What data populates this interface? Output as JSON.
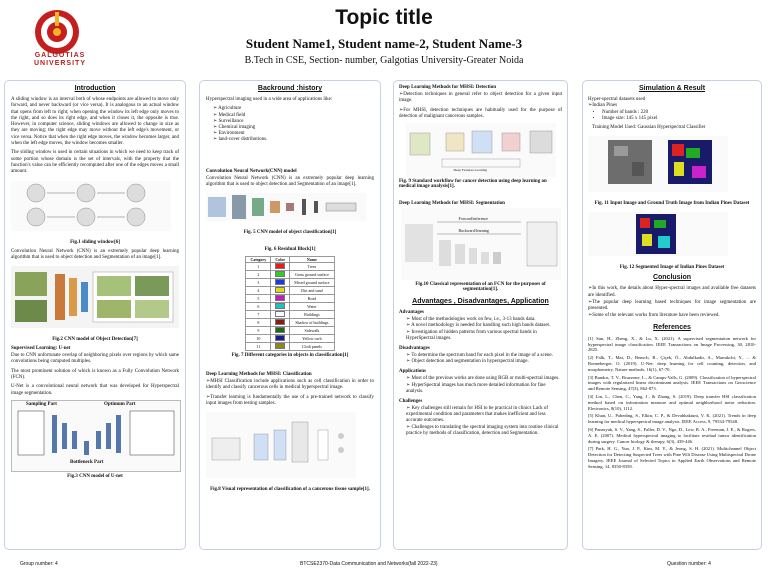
{
  "header": {
    "logo_text": "GALGOTIAS\nUNIVERSITY",
    "title": "Topic title",
    "names": "Student  Name1, Student name-2, Student Name-3",
    "affiliation": "B.Tech  in CSE, Section- number, Galgotias University-Greater  Noida"
  },
  "col1": {
    "heading": "Introduction",
    "p1": "A sliding window is an interval both of whose endpoints are allowed to move only forward, and never backward (or vice versa). It is analogous to an actual window that opens from left to right; when opening the window its left edge only moves to the right, and so does its right edge, and when it closes it, the opposite is true. However, in computer science, sliding windows are allowed to change in size as they are moving; the right edge may move without the left edge's movement, or vice versa. Notice that when the right edge moves, the window becomes larger, and when the left edge moves, the window becomes smaller.",
    "p2": "The sliding window is used in certain situations in which we need to keep track of some portion whose domain is the set of intervals, with the property that the function's value can be efficiently recomputed after one of the edges moves a small amount.",
    "fig1_caption": "Fig.1 sliding window[6]",
    "p3": "Convolution Neural Network (CNN) is an extremely popular deep learning algorithm that is used to object detection and Segmentation of an image[1].",
    "fig2_caption": "Fig.2 CNN model of Object Detection[7]",
    "sub1": "Supervised Learning: U-net",
    "p4": "Due to CNN unfortunate overlap of neighboring pixels over regions by which same convolutions being computed multiples.",
    "p5": "The most prominent solution of which is known as a Fully Convolution Network (FCN).",
    "p6": "U-Net is a convolutional neural network that was developed for Hyperspectral image segmentation.",
    "unet_top_left": "Sampling Part",
    "unet_top_right": "Optimum Part",
    "unet_bottom": "Bottleneck Part",
    "fig3_caption": "Fig.3 CNN model of U-net"
  },
  "col2": {
    "heading": "Backround :history",
    "intro": "Hyperspectral imaging used in a wide area of applications like:",
    "apps": [
      "Agriculture",
      "Medical field",
      "Surveillance",
      "Chemical imaging",
      "Environment",
      "land-cover distributions."
    ],
    "sub1": "Convolution Neural Network(CNN) model",
    "p1": "Convolution Neural Network (CNN) is an extremely popular deep learning algorithm that is used to object detection and Segmentation of an image[1].",
    "fig5_caption": "Fig. 5 CNN model of object classification[1]",
    "fig6_caption": "Fig. 6  Residual Block[1]",
    "table_headers": [
      "Category",
      "Color",
      "Name"
    ],
    "table_rows": [
      {
        "cat": "1",
        "color": "#e81c1c",
        "name": "Trees"
      },
      {
        "cat": "2",
        "color": "#2ad12a",
        "name": "Grass ground surface"
      },
      {
        "cat": "3",
        "color": "#1a3cd6",
        "name": "Mixed ground surface"
      },
      {
        "cat": "4",
        "color": "#e0d91a",
        "name": "Dirt and sand"
      },
      {
        "cat": "5",
        "color": "#c21bc2",
        "name": "Road"
      },
      {
        "cat": "6",
        "color": "#1bc2c2",
        "name": "Water"
      },
      {
        "cat": "7",
        "color": "#ffffff",
        "name": "Buildings"
      },
      {
        "cat": "8",
        "color": "#8a1b1b",
        "name": "Shadow of buildings"
      },
      {
        "cat": "9",
        "color": "#1b6b1b",
        "name": "Sidewalk"
      },
      {
        "cat": "10",
        "color": "#1b1b8a",
        "name": "Yellow curb"
      },
      {
        "cat": "11",
        "color": "#8a8a1b",
        "name": "Cloth panels"
      }
    ],
    "fig7_caption": "Fig. 7  Different categories in objects in classification[1]",
    "sub2": "Deep Learning Methods for MHSI: Classification",
    "b1": "MHSI Classification include applications such as cell classification in order to identify and classify cancerous cells in medical hyperspectral image.",
    "b2": "Transfer learning is fundamentally the use of a pre-trained network to classify input images from testing samples.",
    "fig8_caption": "Fig.8 Visual representation of classification of a cancerous tissue sample[1]."
  },
  "col3": {
    "sub1": "Deep Learning Methods for MHSI: Detection",
    "b1": "Detection techniques in general refer to object detection for a given input image.",
    "b2": "For MHSI, detection techniques are habitually used for the purpose of detection of malignant cancerous samples.",
    "fig9_label": "Deep Features Learning",
    "fig9_caption": "Fig. 9 Standard workflow for cancer detection using deep learning on medical image analysis[1].",
    "sub2": "Deep Learning Methods for MHSI: Segmentation",
    "forward": "Forward/inference",
    "backward": "Backward/learning",
    "fig10_caption": "Fig.10 Classical representation of an FCN for the purposes of segmentation[1].",
    "heading": "Advantages , Disadvantages, Application",
    "adv_title": "Advantages",
    "adv": [
      "Most of the methodologies work on few, i.e., 3-13 bands data.",
      "A novel methodology is needed for handling such high bands dataset.",
      "Investigation of hidden patterns from various spectral bands in HyperSpectral images."
    ],
    "dis_title": "Disadvantages",
    "dis": [
      "To determine the spectrum band for each pixel in the image of a scene.",
      "Object detection and segmentation in hyperspectral image."
    ],
    "app_title": "Applications",
    "app": [
      "Most of the previous works are done using RGB or multi-spectral images.",
      "HyperSpectral images has much more detailed information for fine analysis."
    ],
    "ch_title": "Challenges",
    "ch": [
      "Key challenges still remain for HSI to be practical in clinics Lack of experimental condition and parameters that makes inefficient and less accurate outcomes.",
      "Challenges to translating the spectral imaging system into routine clinical practice by methods of classification, detection and Segmentation."
    ]
  },
  "col4": {
    "heading": "Simulation & Result",
    "line1": "Hyper-spectral datasets used",
    "line2": "Indian Pines",
    "items": [
      "Number of bands : 220",
      "Image size: 145 x 145 pixel"
    ],
    "line3": "Training Model Used: Gaussian Hyperspectral Classifier",
    "fig11_caption": "Fig. 11  Input Image and Ground Truth Image from Indian Pines Dataset",
    "fig12_caption": "Fig. 12  Segmented Image of Indian Pines Dataset",
    "conc_heading": "Conclusion",
    "conc": [
      "In this work, the details about Hyper-spectral images and available free datasets are identified.",
      "The popular deep learning based techniques for image segmentation are presented.",
      "Some of the relevant works from literature have been reviewed."
    ],
    "ref_heading": "References",
    "refs": [
      "[1] Sun, H., Zheng, X., & Lu, X. (2021). A supervised segmentation network for hyperspectral image classification. IEEE Transactions on Image Processing, 30, 2810-2825.",
      "[2] Falk, T., Mai, D., Bensch, R., Çiçek, Ö., Abdulkadir, A., Marrakchi, Y., ... & Ronneberger, O. (2019). U-Net: deep learning for cell counting, detection, and morphometry. Nature methods, 16(1), 67-70.",
      "[3] Bandos, T. V., Bruzzone, L., & Camps-Valls, G. (2009). Classification of hyperspectral images with regularized linear discriminant analysis. IEEE Transactions on Geoscience and Remote Sensing, 47(3), 862-873.",
      "[4] Lin, L., Chen, C., Yang, J., & Zhang, S. (2019). Deep transfer HSI classification method based on information measure and optimal neighborhood noise reduction. Electronics, 8(10), 1112.",
      "[5] Khan, U., Paheding, S., Elkin, C. P., & Devabhaktuni, V. K. (2021). Trends in deep learning for medical hyperspectral image analysis. IEEE Access, 9, 79534-79548.",
      "[6] Panasyuk, S. V., Yang, S., Faller, D. V., Ngo, D., Lew, R. A., Freeman, J. E., & Rogers, A. E. (2007). Medical hyperspectral imaging to facilitate residual tumor identification during surgery. Cancer biology & therapy, 6(3), 439-446.",
      "[7] Park, H. G., Yun, J. P., Kim, M. Y., & Jeong, S. H. (2021). Multichannel Object Detection for Detecting Suspected Trees with Pine Wilt Disease Using Multispectral Drone Imagery. IEEE Journal of Selected Topics in Applied Earth Observations and Remote Sensing, 14, 8350-8358."
    ]
  },
  "footer": {
    "left": "Group number: 4",
    "center": "BTCSE2370-Data Communication and Networks(fall 2022-23)",
    "right": "Question number: 4"
  }
}
